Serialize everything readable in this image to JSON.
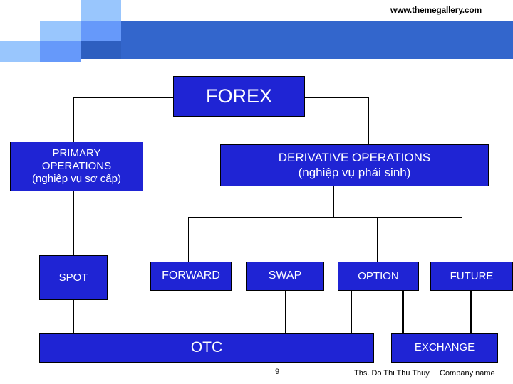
{
  "header": {
    "site_url": "www.themegallery.com",
    "band_color": "#3366cc",
    "square_light": "#99c6fd",
    "square_mid": "#6699fa",
    "square_dark": "#2e5fc0"
  },
  "diagram": {
    "box_fill": "#1f24d4",
    "box_border": "#000000",
    "box_text_color": "#ffffff",
    "root": {
      "label": "FOREX"
    },
    "level2": [
      {
        "label": "PRIMARY\nOPERATIONS\n(nghiệp vụ sơ cấp)"
      },
      {
        "label": "DERIVATIVE OPERATIONS\n(nghiệp vụ phái sinh)"
      }
    ],
    "level3": [
      {
        "label": "SPOT"
      },
      {
        "label": "FORWARD"
      },
      {
        "label": "SWAP"
      },
      {
        "label": "OPTION"
      },
      {
        "label": "FUTURE"
      }
    ],
    "level4": [
      {
        "label": "OTC"
      },
      {
        "label": "EXCHANGE"
      }
    ]
  },
  "footer": {
    "slide_number": "9",
    "author": "Ths. Do Thi Thu Thuy",
    "company": "Company name"
  }
}
